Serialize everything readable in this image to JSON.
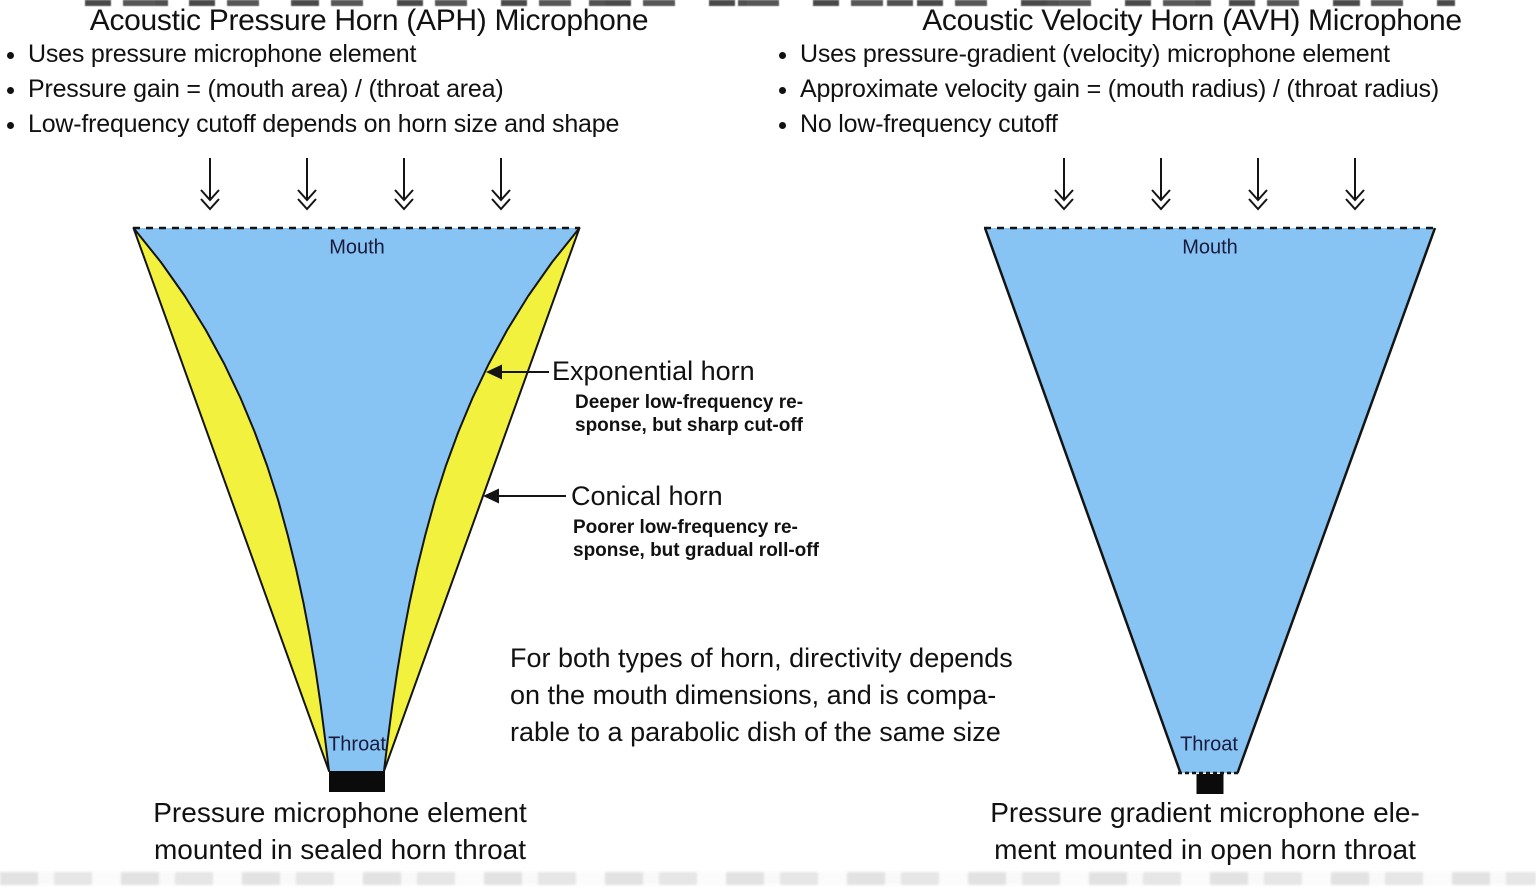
{
  "colors": {
    "horn_blue": "#87C4F3",
    "horn_yellow": "#F2F23E",
    "outline": "#141414",
    "label_text": "#1a1a3c",
    "text": "#111111"
  },
  "aph": {
    "title": "Acoustic Pressure Horn (APH) Microphone",
    "bullets": [
      "Uses pressure microphone element",
      "Pressure gain = (mouth area) / (throat area)",
      "Low-frequency cutoff depends on horn size and shape"
    ],
    "mouth_label": "Mouth",
    "throat_label": "Throat",
    "exponential": {
      "label": "Exponential horn",
      "note_line1": "Deeper low-frequency re-",
      "note_line2": "sponse, but sharp cut-off"
    },
    "conical": {
      "label": "Conical horn",
      "note_line1": "Poorer low-frequency re-",
      "note_line2": "sponse, but gradual roll-off"
    },
    "caption_line1": "Pressure microphone element",
    "caption_line2": "mounted in sealed horn throat"
  },
  "avh": {
    "title": "Acoustic Velocity Horn (AVH) Microphone",
    "bullets": [
      "Uses pressure-gradient (velocity) microphone element",
      "Approximate velocity gain = (mouth radius) / (throat radius)",
      "No low-frequency cutoff"
    ],
    "mouth_label": "Mouth",
    "throat_label": "Throat",
    "caption_line1": "Pressure gradient microphone ele-",
    "caption_line2": "ment mounted in open horn throat"
  },
  "center_note": {
    "line1": "For both types of horn, directivity depends",
    "line2": "on the mouth dimensions, and is compa-",
    "line3": "rable to a parabolic dish of the same size"
  }
}
